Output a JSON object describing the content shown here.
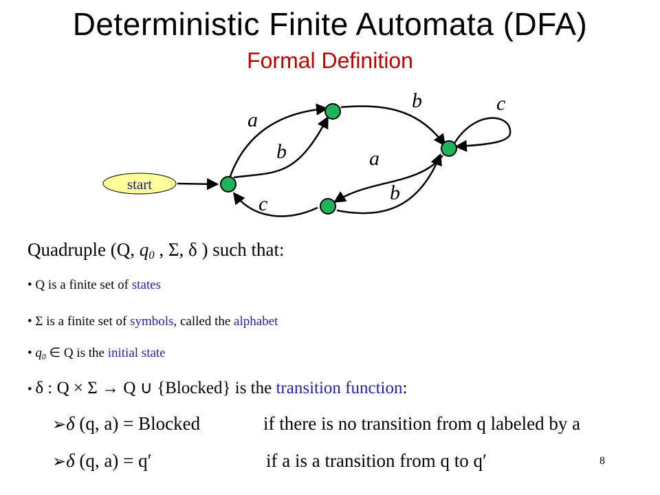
{
  "title": "Deterministic Finite Automata (DFA)",
  "subtitle": "Formal Definition",
  "diagram": {
    "start_label": "start",
    "edge_labels": [
      "a",
      "b",
      "b",
      "c",
      "a",
      "b",
      "c"
    ],
    "colors": {
      "state_fill": "#1fb45a",
      "start_fill": "#ffff99",
      "subtitle": "#c00000",
      "keyword": "#2222aa"
    }
  },
  "quadruple": {
    "prefix": "Quadruple (Q, ",
    "q": "q",
    "q_sub": "0",
    "middle": " ,  Σ,  δ )",
    "suffix": "  such that:"
  },
  "bullets": [
    {
      "pre": "Q is a finite set of ",
      "kw": "states",
      "post": ""
    },
    {
      "pre": "Σ is a finite set of ",
      "kw": "symbols",
      "mid": ", called the ",
      "kw2": "alphabet"
    },
    {
      "q": "q",
      "sub": "0",
      "pre": " ∈ Q is the ",
      "kw": "initial state"
    },
    {
      "pre": "δ : Q  ×  Σ  →  Q  ∪  {Blocked}  is the ",
      "kw": "transition function",
      "post": ":"
    }
  ],
  "cases": [
    {
      "marker": "➢",
      "delta": "δ",
      "lhs": " (q, a) = Blocked",
      "cond": "if there is no transition from q labeled by a"
    },
    {
      "marker": "➢",
      "delta": "δ",
      "lhs": " (q, a) = q′",
      "cond": "if a is a transition from q to q′"
    }
  ],
  "page_number": "8"
}
